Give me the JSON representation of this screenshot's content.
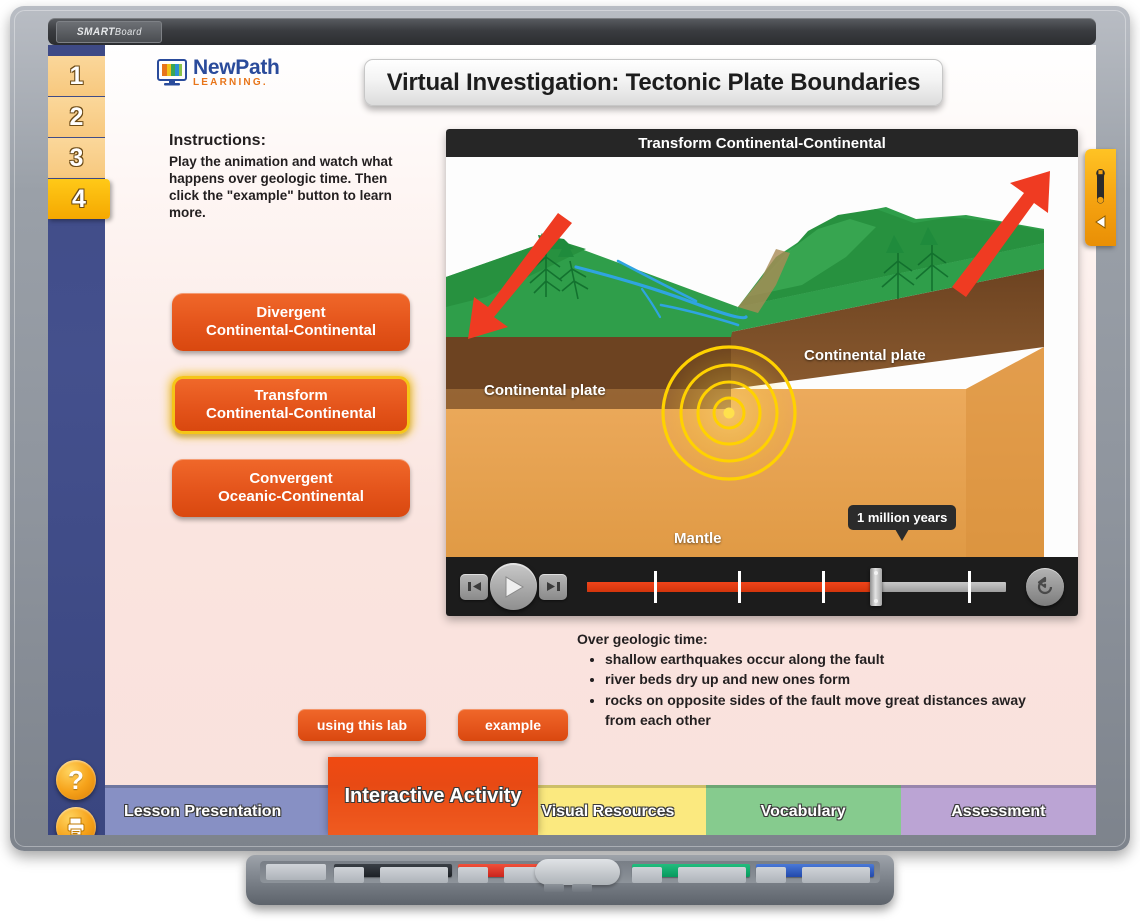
{
  "board": {
    "brand": "SMART",
    "brand_sub": "Board"
  },
  "sidebar": {
    "pages": [
      "1",
      "2",
      "3",
      "4"
    ],
    "active_page": "4",
    "help_icon": "question-mark-icon",
    "print_icon": "printer-icon"
  },
  "logo": {
    "name": "NewPath",
    "tagline": "LEARNING."
  },
  "header": {
    "title": "Virtual Investigation: Tectonic Plate Boundaries"
  },
  "instructions": {
    "heading": "Instructions:",
    "body": "Play the animation and watch what happens over geologic time. Then click the \"example\" button to learn more."
  },
  "type_buttons": [
    {
      "line1": "Divergent",
      "line2": "Continental-Continental",
      "active": false
    },
    {
      "line1": "Transform",
      "line2": "Continental-Continental",
      "active": true
    },
    {
      "line1": "Convergent",
      "line2": "Oceanic-Continental",
      "active": false
    }
  ],
  "animation": {
    "panel_title": "Transform Continental-Continental",
    "labels": {
      "plate_left": "Continental plate",
      "plate_right": "Continental plate",
      "mantle": "Mantle"
    },
    "tooltip": "1 million years",
    "progress_percent": 69
  },
  "player": {
    "prev_label": "prev-track",
    "play_label": "play",
    "next_label": "next-track",
    "replay_label": "replay"
  },
  "facts": {
    "lead": "Over geologic time:",
    "items": [
      "shallow earthquakes occur along the fault",
      "river beds dry up and new ones form",
      "rocks on opposite sides of the fault move great distances away from each other"
    ]
  },
  "action_buttons": {
    "lab": "using this lab",
    "example": "example"
  },
  "tabs": [
    {
      "label": "Lesson Presentation",
      "color": "#8790c4",
      "active": false
    },
    {
      "label": "Interactive Activity",
      "color": "#ea4a13",
      "active": true
    },
    {
      "label": "Visual Resources",
      "color": "#fbe97f",
      "active": false
    },
    {
      "label": "Vocabulary",
      "color": "#86cb8e",
      "active": false
    },
    {
      "label": "Assessment",
      "color": "#bba4d4",
      "active": false
    }
  ],
  "tool_tab": {
    "wrench_icon": "wrench-icon",
    "collapse_icon": "triangle-left-icon"
  },
  "colors": {
    "accent_orange": "#e4541b",
    "active_yellow": "#f5c518",
    "panel_dark": "#262626"
  }
}
